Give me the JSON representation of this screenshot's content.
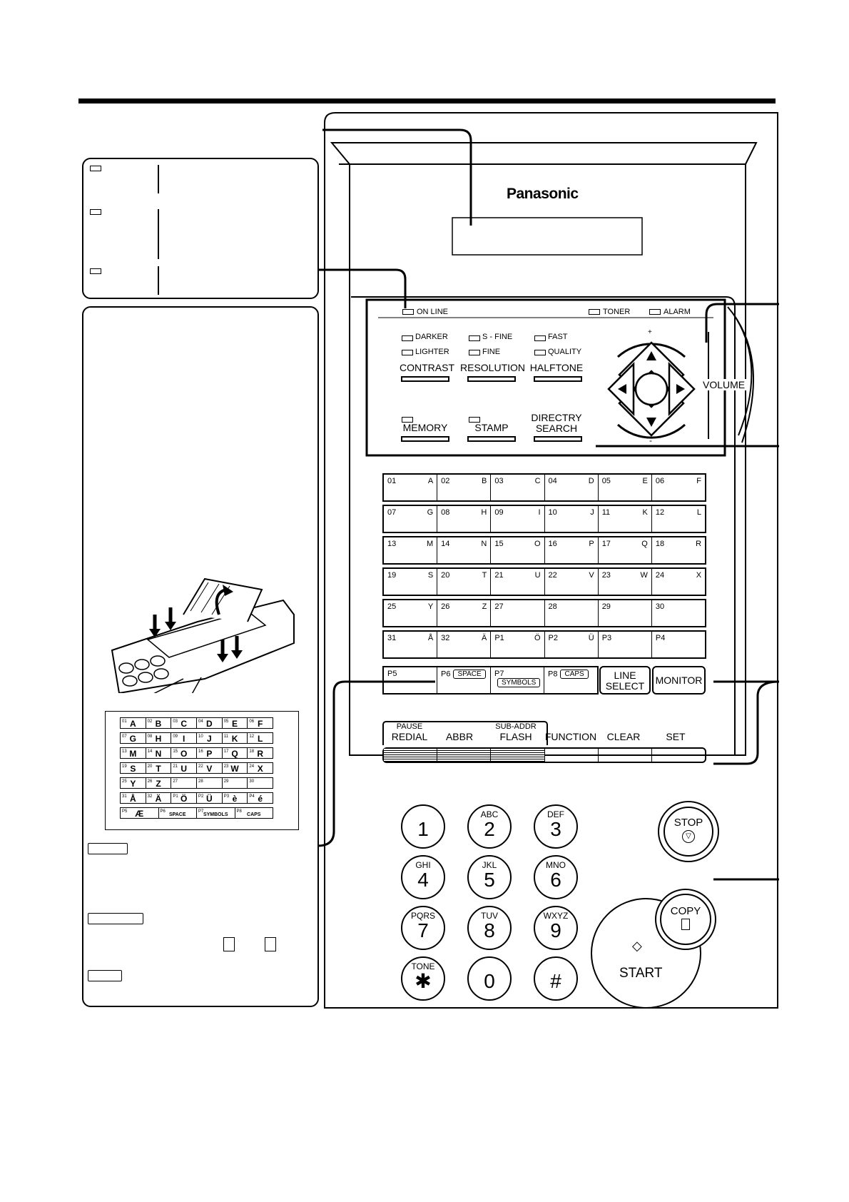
{
  "brand": "Panasonic",
  "indicators": {
    "online": "ON LINE",
    "toner": "TONER",
    "alarm": "ALARM"
  },
  "mode_labels": {
    "contrast_top": "DARKER",
    "contrast_bottom": "LIGHTER",
    "resolution_top": "S - FINE",
    "resolution_bottom": "FINE",
    "halftone_top": "FAST",
    "halftone_bottom": "QUALITY"
  },
  "buttons": {
    "contrast": "CONTRAST",
    "resolution": "RESOLUTION",
    "halftone": "HALFTONE",
    "memory": "MEMORY",
    "stamp": "STAMP",
    "directory_1": "DIRECTRY",
    "directory_2": "SEARCH",
    "volume": "VOLUME",
    "volume_plus": "+",
    "volume_minus": "-",
    "line_select_1": "LINE",
    "line_select_2": "SELECT",
    "monitor": "MONITOR",
    "pause": "PAUSE",
    "redial": "REDIAL",
    "abbr": "ABBR",
    "sub_addr": "SUB-ADDR",
    "flash": "FLASH",
    "function": "FUNCTION",
    "clear": "CLEAR",
    "set": "SET",
    "stop": "STOP",
    "start": "START",
    "copy": "COPY"
  },
  "one_touch_rows": [
    [
      {
        "n": "01",
        "l": "A"
      },
      {
        "n": "02",
        "l": "B"
      },
      {
        "n": "03",
        "l": "C"
      },
      {
        "n": "04",
        "l": "D"
      },
      {
        "n": "05",
        "l": "E"
      },
      {
        "n": "06",
        "l": "F"
      }
    ],
    [
      {
        "n": "07",
        "l": "G"
      },
      {
        "n": "08",
        "l": "H"
      },
      {
        "n": "09",
        "l": "I"
      },
      {
        "n": "10",
        "l": "J"
      },
      {
        "n": "11",
        "l": "K"
      },
      {
        "n": "12",
        "l": "L"
      }
    ],
    [
      {
        "n": "13",
        "l": "M"
      },
      {
        "n": "14",
        "l": "N"
      },
      {
        "n": "15",
        "l": "O"
      },
      {
        "n": "16",
        "l": "P"
      },
      {
        "n": "17",
        "l": "Q"
      },
      {
        "n": "18",
        "l": "R"
      }
    ],
    [
      {
        "n": "19",
        "l": "S"
      },
      {
        "n": "20",
        "l": "T"
      },
      {
        "n": "21",
        "l": "U"
      },
      {
        "n": "22",
        "l": "V"
      },
      {
        "n": "23",
        "l": "W"
      },
      {
        "n": "24",
        "l": "X"
      }
    ],
    [
      {
        "n": "25",
        "l": "Y"
      },
      {
        "n": "26",
        "l": "Z"
      },
      {
        "n": "27",
        "l": ""
      },
      {
        "n": "28",
        "l": ""
      },
      {
        "n": "29",
        "l": ""
      },
      {
        "n": "30",
        "l": ""
      }
    ],
    [
      {
        "n": "31",
        "l": "Å"
      },
      {
        "n": "32",
        "l": "Ä"
      },
      {
        "n": "P1",
        "l": "Ö"
      },
      {
        "n": "P2",
        "l": "Ü"
      },
      {
        "n": "P3",
        "l": ""
      },
      {
        "n": "P4",
        "l": ""
      }
    ]
  ],
  "program_row": {
    "p5": "P5",
    "p6": "P6",
    "p6_tag": "SPACE",
    "p7": "P7",
    "p7_tag": "SYMBOLS",
    "p8": "P8",
    "p8_tag": "CAPS"
  },
  "keypad": [
    {
      "d": "1",
      "s": ""
    },
    {
      "d": "2",
      "s": "ABC"
    },
    {
      "d": "3",
      "s": "DEF"
    },
    {
      "d": "4",
      "s": "GHI"
    },
    {
      "d": "5",
      "s": "JKL"
    },
    {
      "d": "6",
      "s": "MNO"
    },
    {
      "d": "7",
      "s": "PQRS"
    },
    {
      "d": "8",
      "s": "TUV"
    },
    {
      "d": "9",
      "s": "WXYZ"
    },
    {
      "d": "✱",
      "s": "TONE"
    },
    {
      "d": "0",
      "s": ""
    },
    {
      "d": "#",
      "s": ""
    }
  ],
  "mini_keyboard": [
    [
      "A",
      "B",
      "C",
      "D",
      "E",
      "F"
    ],
    [
      "G",
      "H",
      "I",
      "J",
      "K",
      "L"
    ],
    [
      "M",
      "N",
      "O",
      "P",
      "Q",
      "R"
    ],
    [
      "S",
      "T",
      "U",
      "V",
      "W",
      "X"
    ],
    [
      "Y",
      "Z",
      "",
      "",
      "",
      ""
    ],
    [
      "Å",
      "Ä",
      "Ö",
      "Ü",
      "è",
      "é"
    ]
  ],
  "mini_keyboard_nums": [
    [
      "01",
      "02",
      "03",
      "04",
      "05",
      "06"
    ],
    [
      "07",
      "08",
      "09",
      "10",
      "11",
      "12"
    ],
    [
      "13",
      "14",
      "15",
      "16",
      "17",
      "18"
    ],
    [
      "19",
      "20",
      "21",
      "22",
      "23",
      "24"
    ],
    [
      "25",
      "26",
      "27",
      "28",
      "29",
      "30"
    ],
    [
      "31",
      "32",
      "P1",
      "P2",
      "P3",
      "P4"
    ]
  ],
  "mini_keyboard_last": {
    "p5": "P5",
    "ae": "Æ",
    "p6": "P6",
    "space": "SPACE",
    "p7": "P7",
    "symbols": "SYMBOLS",
    "p8": "P8",
    "caps": "CAPS"
  }
}
